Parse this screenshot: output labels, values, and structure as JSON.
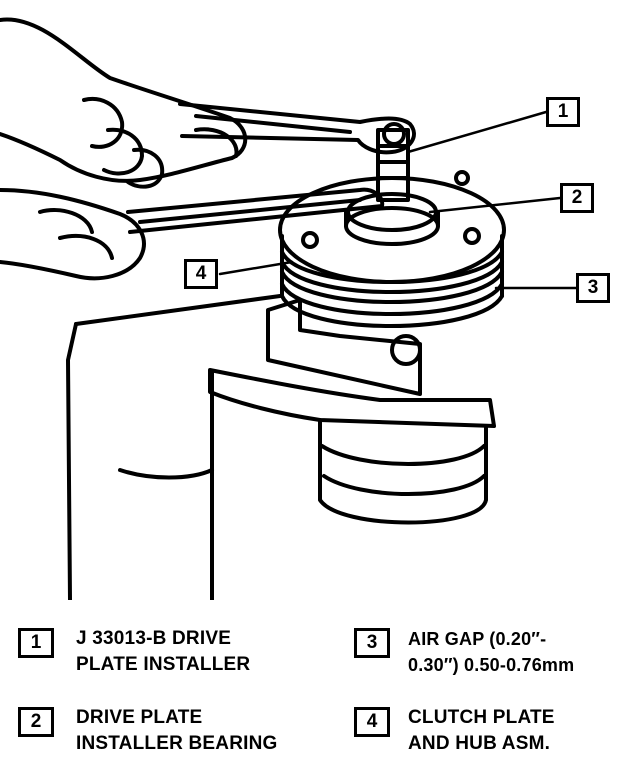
{
  "callouts": [
    {
      "num": "1"
    },
    {
      "num": "2"
    },
    {
      "num": "3"
    },
    {
      "num": "4"
    }
  ],
  "legend": [
    {
      "num": "1",
      "line1": "J 33013-B DRIVE",
      "line2": "PLATE INSTALLER"
    },
    {
      "num": "2",
      "line1": "DRIVE PLATE",
      "line2": "INSTALLER BEARING"
    },
    {
      "num": "3",
      "line1": "AIR GAP (0.20″-",
      "line2": "0.30″) 0.50-0.76mm"
    },
    {
      "num": "4",
      "line1": "CLUTCH PLATE",
      "line2": "AND HUB ASM."
    }
  ]
}
